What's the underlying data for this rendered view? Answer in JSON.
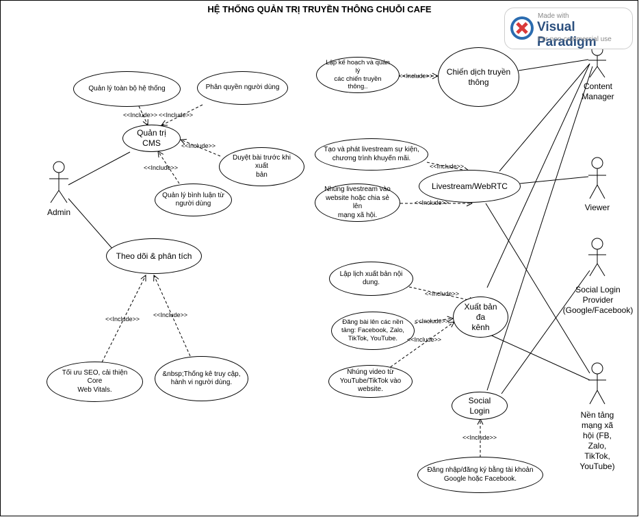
{
  "title": "HỆ THỐNG QUẢN TRỊ TRUYỀN THÔNG CHUỖI CAFE",
  "watermark": {
    "made_with": "Made with",
    "brand": "Visual Paradigm",
    "usage": "For non-commercial use"
  },
  "actors": {
    "admin": "Admin",
    "content_manager": [
      "Content",
      "Manager"
    ],
    "viewer": "Viewer",
    "social_login_provider": [
      "Social Login",
      "Provider",
      "(Google/Facebook)"
    ],
    "social_platform": [
      "Nền tảng",
      "mạng xã",
      "hội (FB,",
      "Zalo,",
      "TikTok,",
      "YouTube)"
    ]
  },
  "use_cases": {
    "quan_ly_toan_bo": [
      "Quản lý toàn bộ hệ thống"
    ],
    "phan_quyen": [
      "Phân quyền người dùng"
    ],
    "quan_tri_cms": [
      "Quản trị CMS"
    ],
    "duyet_bai": [
      "Duyệt bài trước khi xuất",
      "bản"
    ],
    "quan_ly_binh_luan": [
      "Quản lý bình luận từ",
      "người dùng"
    ],
    "theo_doi": [
      "Theo dõi & phân tích"
    ],
    "toi_uu_seo": [
      "Tối ưu SEO, cải thiện Core",
      "Web Vitals."
    ],
    "thong_ke": [
      "&nbsp;Thống kê truy cập,",
      "hành vi người dùng."
    ],
    "lap_ke_hoach": [
      "Lập kế hoạch và quản lý",
      "các chiến  truyền thông.."
    ],
    "chien_dich": [
      "Chiến dịch truyền",
      "thông"
    ],
    "tao_livestream": [
      "Tạo và phát livestream sự kiện,",
      "chương trình khuyến mãi."
    ],
    "livestream": [
      "Livestream/WebRTC"
    ],
    "nhung_livestream": [
      "Nhúng livestream vào",
      "website hoặc chia sẻ lên",
      "mạng xã hội."
    ],
    "lap_lich": [
      "Lập lịch xuất bản nội",
      "dung."
    ],
    "xuat_ban": [
      "Xuất bản đa",
      "kênh"
    ],
    "dang_bai": [
      "Đăng bài lên các nền",
      "tảng: Facebook, Zalo,",
      "TikTok, YouTube."
    ],
    "nhung_video": [
      "Nhúng video từ",
      "YouTube/TikTok vào",
      "website."
    ],
    "social_login": [
      "Social Login"
    ],
    "dang_nhap": [
      "Đăng nhập/đăng ký bằng tài khoản",
      "Google hoặc Facebook."
    ]
  },
  "include_label": "<<Include>>"
}
